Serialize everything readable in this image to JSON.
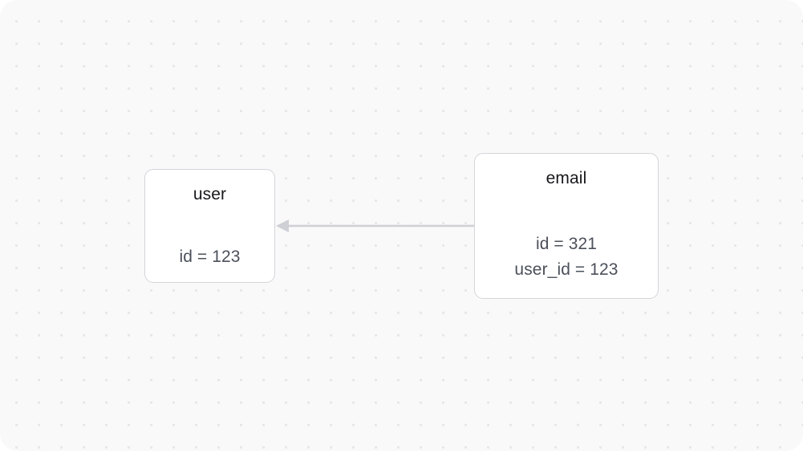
{
  "canvas": {
    "background_color": "#f9f9fa",
    "dot_color": "#e7e7ea",
    "page_color": "#ffffff"
  },
  "nodes": [
    {
      "id": "user",
      "title": "user",
      "fields": [
        "id = 123"
      ],
      "border_color": "#d4d5da",
      "fill_color": "#ffffff",
      "title_color": "#18181c",
      "field_color": "#4b505a"
    },
    {
      "id": "email",
      "title": "email",
      "fields": [
        "id = 321",
        "user_id = 123"
      ],
      "border_color": "#d4d5da",
      "fill_color": "#ffffff",
      "title_color": "#18181c",
      "field_color": "#4b505a"
    }
  ],
  "edges": [
    {
      "id": "email-to-user",
      "source": "email",
      "target": "user",
      "label": "",
      "color": "#cfd0d5",
      "direction": "left",
      "arrowhead": "solid-triangle"
    }
  ]
}
